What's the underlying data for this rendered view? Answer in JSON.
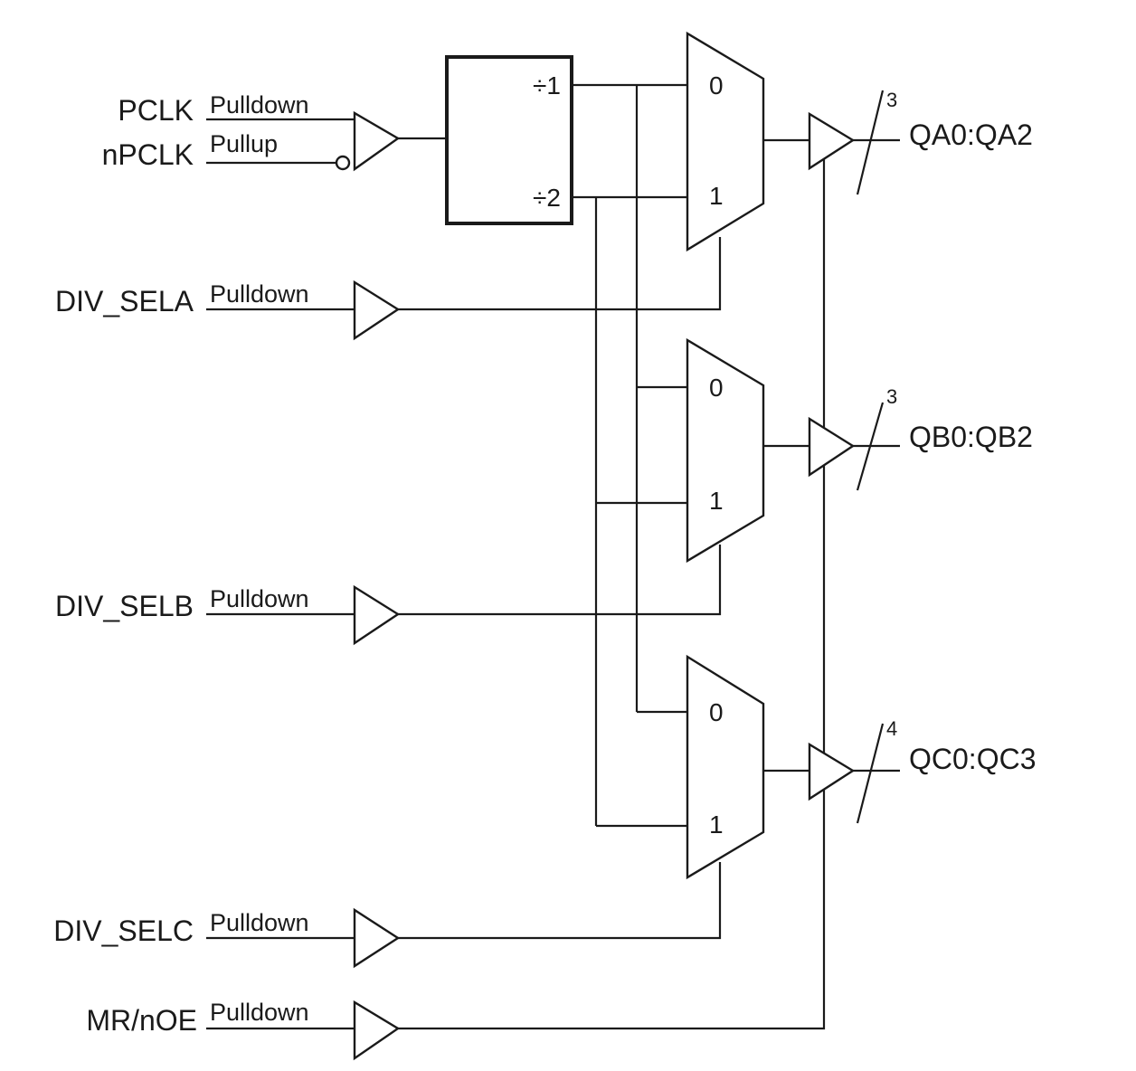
{
  "inputs": {
    "pclk": {
      "name": "PCLK",
      "bias": "Pulldown"
    },
    "npclk": {
      "name": "nPCLK",
      "bias": "Pullup"
    },
    "div_sela": {
      "name": "DIV_SELA",
      "bias": "Pulldown"
    },
    "div_selb": {
      "name": "DIV_SELB",
      "bias": "Pulldown"
    },
    "div_selc": {
      "name": "DIV_SELC",
      "bias": "Pulldown"
    },
    "mr_noe": {
      "name": "MR/nOE",
      "bias": "Pulldown"
    }
  },
  "divider": {
    "div1": "÷1",
    "div2": "÷2"
  },
  "muxes": {
    "a": {
      "in0": "0",
      "in1": "1"
    },
    "b": {
      "in0": "0",
      "in1": "1"
    },
    "c": {
      "in0": "0",
      "in1": "1"
    }
  },
  "outputs": {
    "qa": {
      "name": "QA0:QA2",
      "width": "3"
    },
    "qb": {
      "name": "QB0:QB2",
      "width": "3"
    },
    "qc": {
      "name": "QC0:QC3",
      "width": "4"
    }
  },
  "colors": {
    "line": "#1a1a1a",
    "background": "#ffffff"
  }
}
